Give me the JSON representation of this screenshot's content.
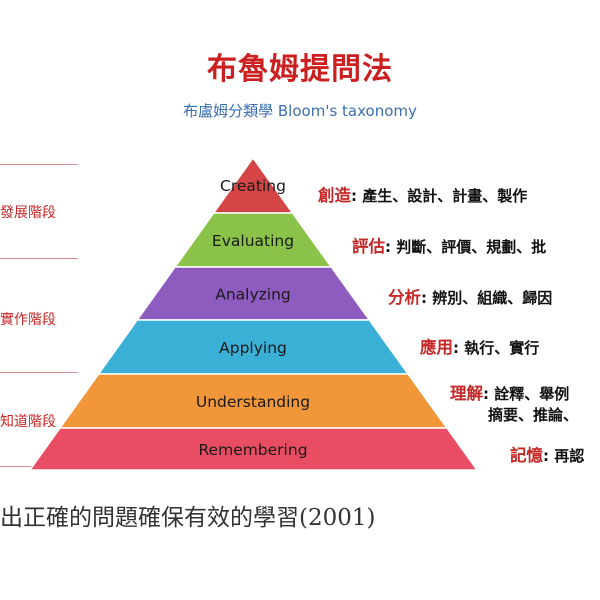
{
  "title": "布魯姆提問法",
  "subtitle": "布盧姆分類學 Bloom's taxonomy",
  "left_stages": [
    {
      "label": "發展階段"
    },
    {
      "label": "實作階段"
    },
    {
      "label": "知道階段"
    }
  ],
  "levels": [
    {
      "name": "Creating",
      "color": "#d64545",
      "zh": "創造",
      "desc": "產生、設計、計畫、製作"
    },
    {
      "name": "Evaluating",
      "color": "#8bc34a",
      "zh": "評估",
      "desc": "判斷、評價、規劃、批"
    },
    {
      "name": "Analyzing",
      "color": "#8e5bbf",
      "zh": "分析",
      "desc": "辨別、組織、歸因"
    },
    {
      "name": "Applying",
      "color": "#3ab0d6",
      "zh": "應用",
      "desc": "執行、實行"
    },
    {
      "name": "Understanding",
      "color": "#f2963a",
      "zh": "理解",
      "desc": "詮釋、舉例",
      "desc2": "摘要、推論、"
    },
    {
      "name": "Remembering",
      "color": "#e84d63",
      "zh": "記憶",
      "desc": "再認"
    }
  ],
  "colon": ":",
  "caption": "出正確的問題確保有效的學習(2001)"
}
